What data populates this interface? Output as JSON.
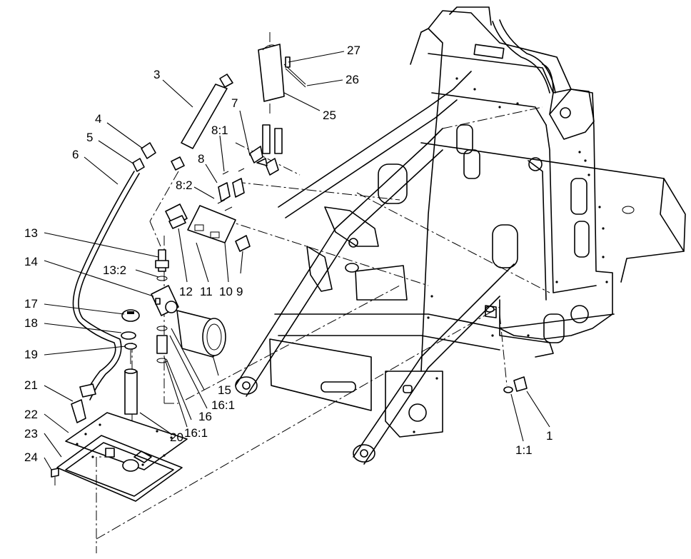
{
  "callouts": [
    {
      "id": "c1",
      "text": "1"
    },
    {
      "id": "c1_1",
      "text": "1:1"
    },
    {
      "id": "c3",
      "text": "3"
    },
    {
      "id": "c4",
      "text": "4"
    },
    {
      "id": "c5",
      "text": "5"
    },
    {
      "id": "c6",
      "text": "6"
    },
    {
      "id": "c7",
      "text": "7"
    },
    {
      "id": "c8",
      "text": "8"
    },
    {
      "id": "c8_1",
      "text": "8:1"
    },
    {
      "id": "c8_2",
      "text": "8:2"
    },
    {
      "id": "c9",
      "text": "9"
    },
    {
      "id": "c10",
      "text": "10"
    },
    {
      "id": "c11",
      "text": "11"
    },
    {
      "id": "c12",
      "text": "12"
    },
    {
      "id": "c13",
      "text": "13"
    },
    {
      "id": "c13_2",
      "text": "13:2"
    },
    {
      "id": "c14",
      "text": "14"
    },
    {
      "id": "c15",
      "text": "15"
    },
    {
      "id": "c16",
      "text": "16"
    },
    {
      "id": "c16_1a",
      "text": "16:1"
    },
    {
      "id": "c16_1b",
      "text": "16:1"
    },
    {
      "id": "c17",
      "text": "17"
    },
    {
      "id": "c18",
      "text": "18"
    },
    {
      "id": "c19",
      "text": "19"
    },
    {
      "id": "c20",
      "text": "20"
    },
    {
      "id": "c21",
      "text": "21"
    },
    {
      "id": "c22",
      "text": "22"
    },
    {
      "id": "c23",
      "text": "23"
    },
    {
      "id": "c24",
      "text": "24"
    },
    {
      "id": "c25",
      "text": "25"
    },
    {
      "id": "c26",
      "text": "26"
    },
    {
      "id": "c27",
      "text": "27"
    }
  ]
}
